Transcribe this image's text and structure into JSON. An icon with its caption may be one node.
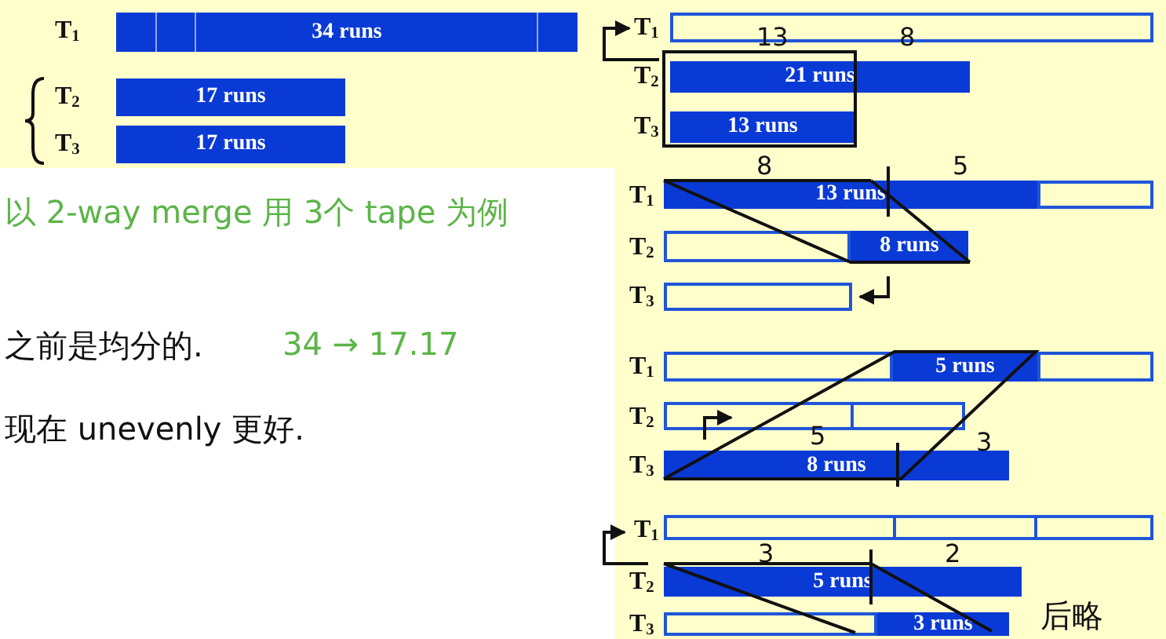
{
  "diagram": {
    "nodes": [
      {
        "text": [
          "34 runs"
        ]
      },
      {
        "text": [
          "17 runs"
        ]
      },
      {
        "text": [
          "17 runs"
        ]
      },
      {
        "text": [],
        "shape": "bar"
      },
      {
        "text": [
          "21 runs"
        ]
      },
      {
        "text": [
          "13 runs"
        ]
      },
      {
        "text": [
          "13 runs"
        ]
      },
      {
        "text": [],
        "shape": "bar"
      },
      {
        "text": [],
        "shape": "bar"
      },
      {
        "text": [
          "8 runs"
        ]
      },
      {
        "text": [],
        "shape": "bar"
      },
      {
        "text": [],
        "shape": "bar"
      },
      {
        "text": [
          "5 runs"
        ]
      },
      {
        "text": [],
        "shape": "bar"
      },
      {
        "text": [],
        "shape": "bar"
      },
      {
        "text": [
          "8 runs"
        ]
      },
      {
        "text": [],
        "shape": "bar"
      },
      {
        "text": [
          "5 runs"
        ]
      },
      {
        "text": [],
        "shape": "bar"
      },
      {
        "text": [
          "3 runs"
        ]
      }
    ],
    "labels": [
      "T$_{1}$",
      "T$_{2}$",
      "T$_{3}$",
      "以 2-way merge 用 3个 tape 为例",
      "之前是均分的.",
      "34 → 17.17",
      "现在 unevenly 更好.",
      "T$_{1}$",
      "13",
      "8",
      "T$_{2}$",
      "T$_{3}$",
      "8",
      "5",
      "T$_{1}$",
      "T$_{2}$",
      "T$_{3}$",
      "T$_{1}$",
      "T$_{2}$",
      "5",
      "3",
      "T$_{3}$",
      "T$_{1}$",
      "3",
      "2",
      "T$_{2}$",
      "后略",
      "T$_{3}$"
    ]
  }
}
